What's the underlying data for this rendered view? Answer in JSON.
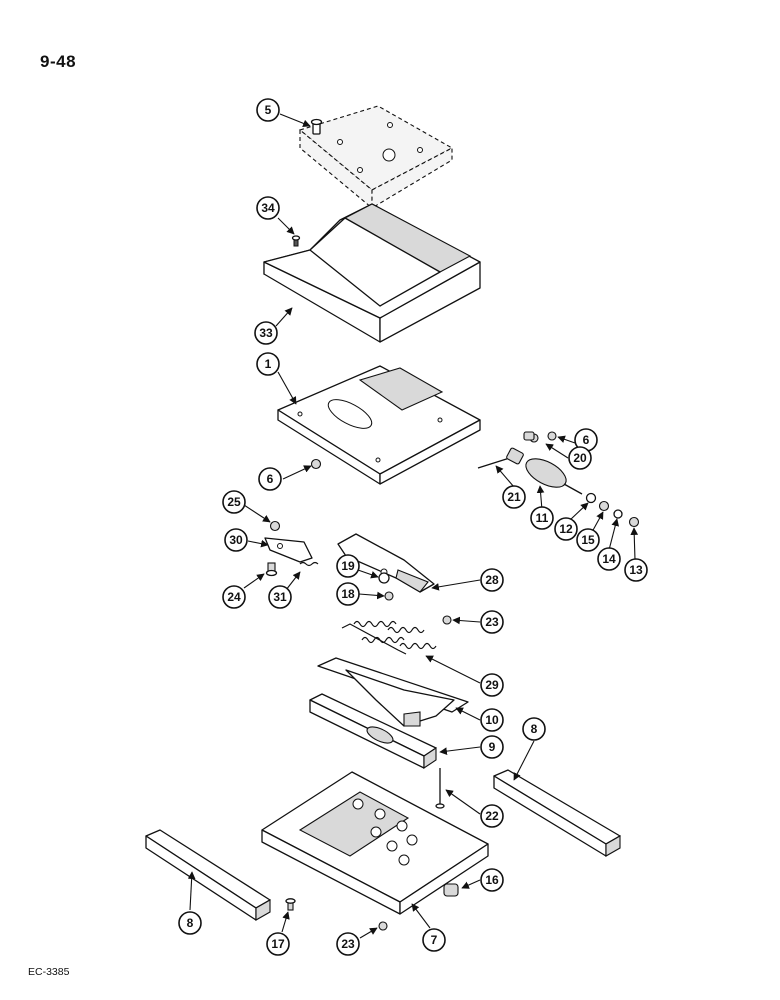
{
  "page_number": "9-48",
  "figure_code": "EC-3385",
  "callouts": [
    "5",
    "34",
    "33",
    "1",
    "6",
    "6",
    "20",
    "21",
    "11",
    "12",
    "15",
    "14",
    "13",
    "25",
    "30",
    "24",
    "31",
    "19",
    "18",
    "28",
    "23",
    "29",
    "10",
    "9",
    "8",
    "22",
    "8",
    "16",
    "17",
    "23",
    "7"
  ]
}
